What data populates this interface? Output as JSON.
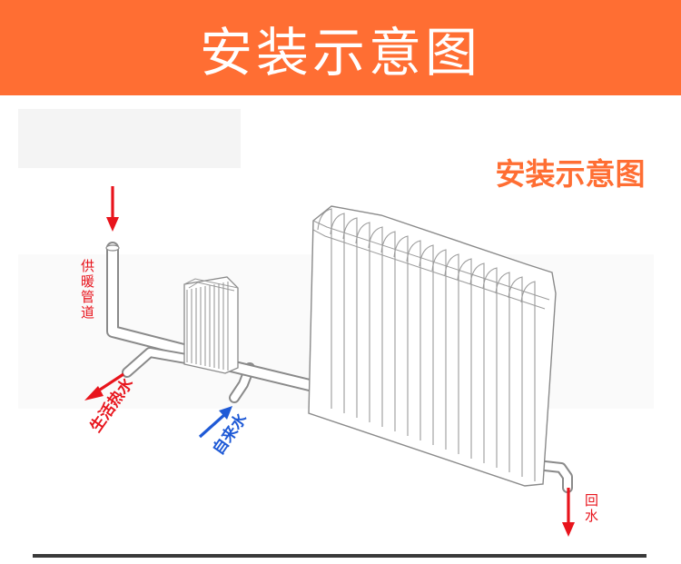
{
  "header": {
    "title": "安装示意图"
  },
  "diagram": {
    "subtitle": "安装示意图",
    "labels": {
      "heating_pipe": "供暖管道",
      "domestic_hot_water": "生活热水",
      "tap_water": "自来水",
      "return_water": "回水"
    },
    "colors": {
      "banner": "#ff6e33",
      "subtitle": "#ff6e33",
      "red_arrow": "#e8141c",
      "blue_arrow": "#1f5ad6",
      "red_label": "#e8141c",
      "blue_label": "#1f5ad6"
    }
  }
}
